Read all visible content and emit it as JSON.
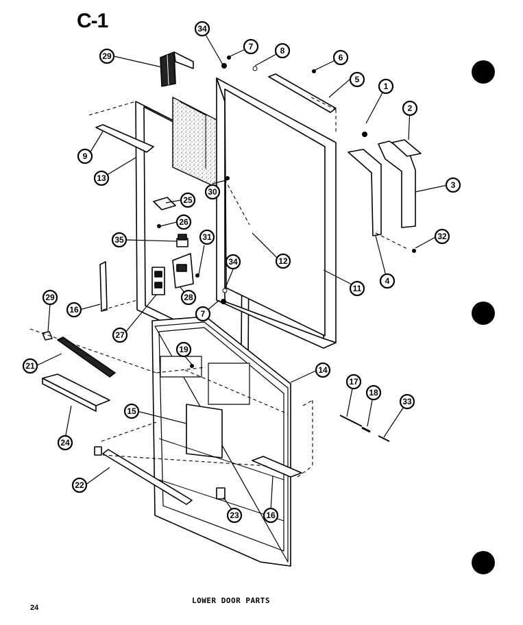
{
  "page": {
    "title": "C-1",
    "caption": "LOWER DOOR PARTS",
    "page_number": "24"
  },
  "callouts": [
    {
      "id": "c29a",
      "label": "29"
    },
    {
      "id": "c34a",
      "label": "34"
    },
    {
      "id": "c7a",
      "label": "7"
    },
    {
      "id": "c8a",
      "label": "8"
    },
    {
      "id": "c6a",
      "label": "6"
    },
    {
      "id": "c5",
      "label": "5"
    },
    {
      "id": "c1",
      "label": "1"
    },
    {
      "id": "c2",
      "label": "2"
    },
    {
      "id": "c3",
      "label": "3"
    },
    {
      "id": "c9",
      "label": "9"
    },
    {
      "id": "c13",
      "label": "13"
    },
    {
      "id": "c30",
      "label": "30"
    },
    {
      "id": "c25",
      "label": "25"
    },
    {
      "id": "c26",
      "label": "26"
    },
    {
      "id": "c32",
      "label": "32"
    },
    {
      "id": "c35",
      "label": "35"
    },
    {
      "id": "c31",
      "label": "31"
    },
    {
      "id": "c12",
      "label": "12"
    },
    {
      "id": "c4",
      "label": "4"
    },
    {
      "id": "c34b",
      "label": "34"
    },
    {
      "id": "c11",
      "label": "11"
    },
    {
      "id": "c16a",
      "label": "16"
    },
    {
      "id": "c28",
      "label": "28"
    },
    {
      "id": "c7b",
      "label": "7"
    },
    {
      "id": "c29b",
      "label": "29"
    },
    {
      "id": "c27",
      "label": "27"
    },
    {
      "id": "c19",
      "label": "19"
    },
    {
      "id": "c21",
      "label": "21"
    },
    {
      "id": "c14",
      "label": "14"
    },
    {
      "id": "c17",
      "label": "17"
    },
    {
      "id": "c18",
      "label": "18"
    },
    {
      "id": "c33",
      "label": "33"
    },
    {
      "id": "c15",
      "label": "15"
    },
    {
      "id": "c24",
      "label": "24"
    },
    {
      "id": "c22a",
      "label": "22"
    },
    {
      "id": "c23",
      "label": "23"
    },
    {
      "id": "c16b",
      "label": "16"
    }
  ]
}
